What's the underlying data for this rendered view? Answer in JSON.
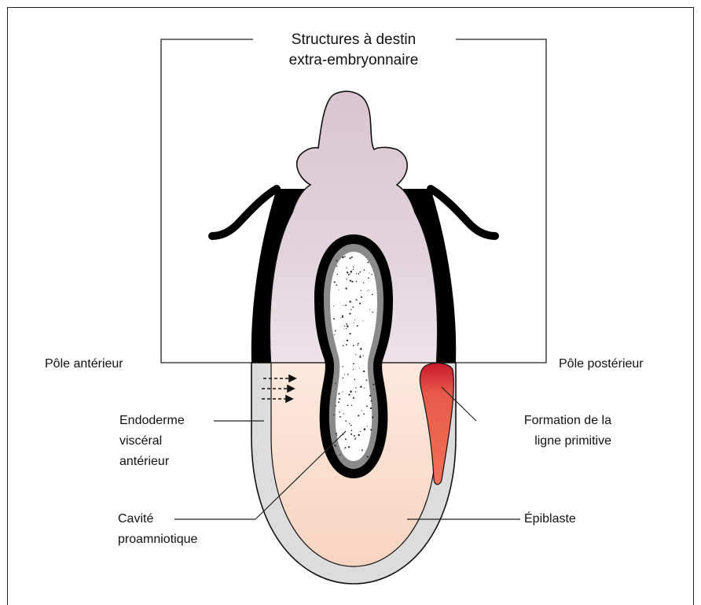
{
  "title": {
    "line1": "Structures à destin",
    "line2": "extra-embryonnaire"
  },
  "labels": {
    "pole_anterior": "Pôle antérieur",
    "pole_posterior": "Pôle postérieur",
    "ave_line1": "Endoderme",
    "ave_line2": "viscéral",
    "ave_line3": "antérieur",
    "cavity_line1": "Cavité",
    "cavity_line2": "proamniotique",
    "streak_line1": "Formation de la",
    "streak_line2": "ligne primitive",
    "epiblast": "Épiblaste"
  },
  "colors": {
    "extra_embryonic": "#dccad3",
    "epiblast": "#f9dccd",
    "visceral_endoderm": "#dcdcdc",
    "primitive_streak": "#e8604c",
    "outline": "#000000"
  }
}
